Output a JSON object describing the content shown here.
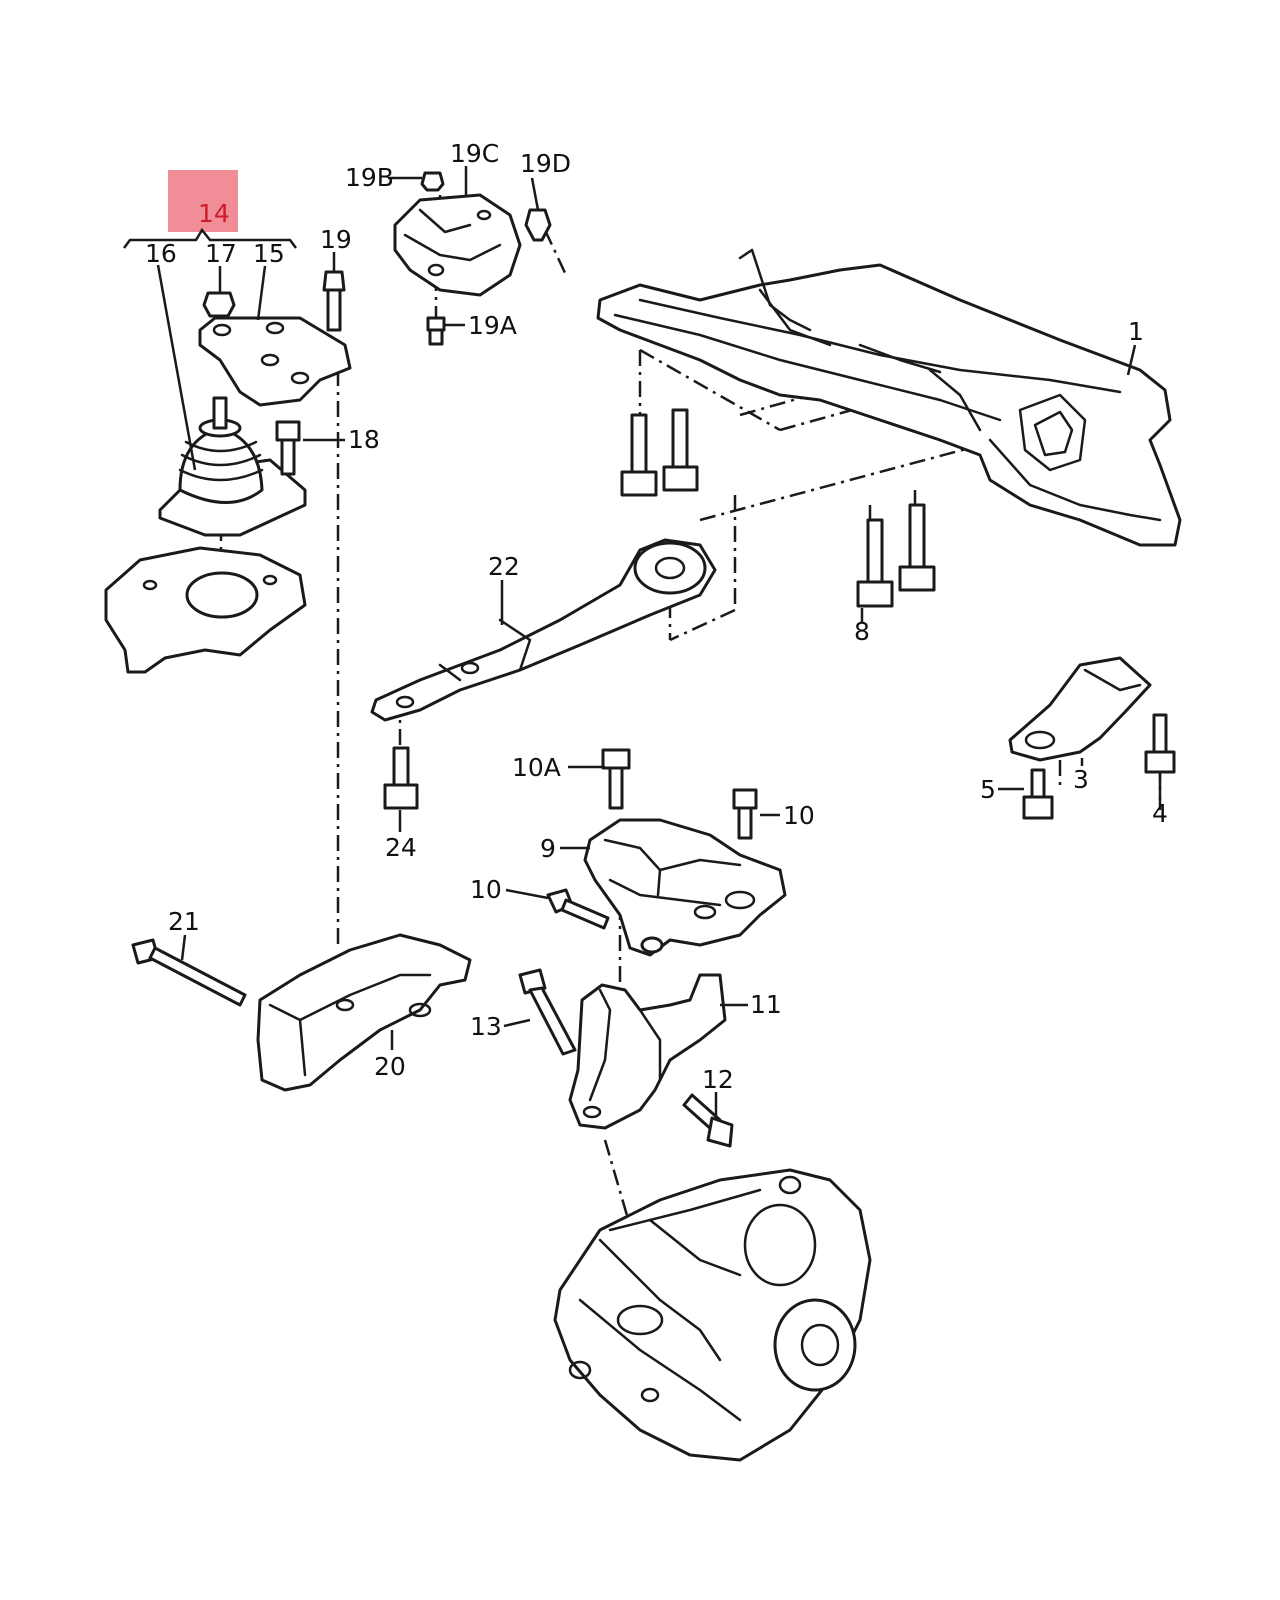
{
  "diagram": {
    "highlight_color": "#f08d96",
    "line_color": "#1a1a1a",
    "callouts": {
      "p1": "1",
      "p3": "3",
      "p4": "4",
      "p5": "5",
      "p8": "8",
      "p9": "9",
      "p10": "10",
      "p10b": "10",
      "p10a": "10A",
      "p11": "11",
      "p12": "12",
      "p13": "13",
      "p14": "14",
      "p15": "15",
      "p16": "16",
      "p17": "17",
      "p18": "18",
      "p19": "19",
      "p19a": "19A",
      "p19b": "19B",
      "p19c": "19C",
      "p19d": "19D",
      "p20": "20",
      "p21": "21",
      "p22": "22",
      "p24": "24"
    }
  }
}
